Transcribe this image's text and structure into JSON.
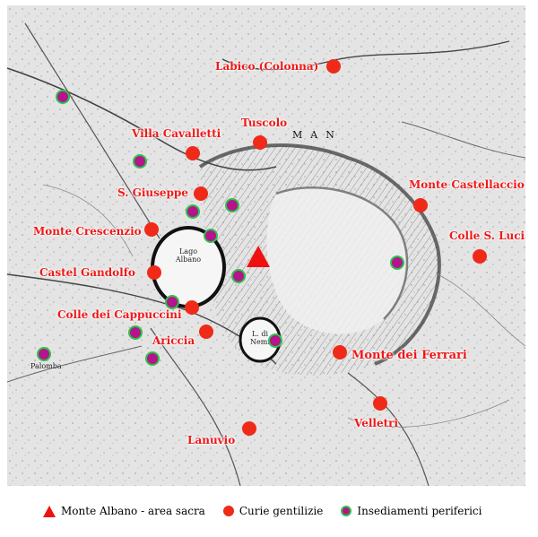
{
  "colors": {
    "sacred_marker": "#f01010",
    "curia_marker": "#f02a18",
    "settlement_fill": "#b4148c",
    "settlement_ring": "#2ec24a",
    "label_text": "#f01818"
  },
  "map": {
    "base_texts": {
      "lake_albano": "Lago\nAlbano",
      "lake_nemi": "L. di\nNemi",
      "region": "MAN",
      "palombara": "Palomba"
    }
  },
  "curie": [
    {
      "label": "Labico (Colonna)"
    },
    {
      "label": "Tuscolo"
    },
    {
      "label": "Villa Cavalletti"
    },
    {
      "label": "S. Giuseppe"
    },
    {
      "label": "Monte Castellaccio"
    },
    {
      "label": "Monte Crescenzio"
    },
    {
      "label": "Colle S. Lucia"
    },
    {
      "label": "Castel Gandolfo"
    },
    {
      "label": "Colle dei Cappuccini"
    },
    {
      "label": "Ariccia"
    },
    {
      "label": "Monte dei Ferrari"
    },
    {
      "label": "Velletri"
    },
    {
      "label": "Lanuvio"
    }
  ],
  "legend": {
    "sacred": "Monte Albano - area sacra",
    "curie": "Curie gentilizie",
    "settlements": "Insediamenti periferici"
  }
}
